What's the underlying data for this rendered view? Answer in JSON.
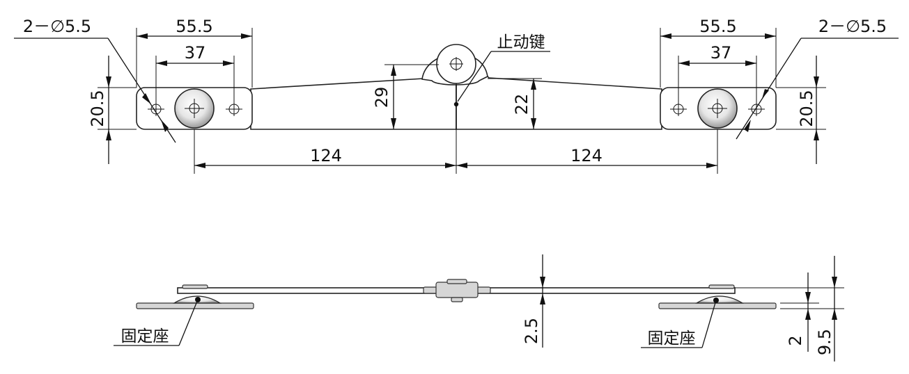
{
  "labels": {
    "hole_spec_left": "2－∅5.5",
    "hole_spec_right": "2－∅5.5",
    "stop_key": "止动键",
    "fixed_seat_left": "固定座",
    "fixed_seat_right": "固定座"
  },
  "dimensions": {
    "top_width_left": "55.5",
    "hole_pitch_left": "37",
    "top_width_right": "55.5",
    "hole_pitch_right": "37",
    "height_left": "20.5",
    "height_right": "20.5",
    "hinge_height_29": "29",
    "hinge_height_22": "22",
    "span_left": "124",
    "span_right": "124",
    "side_gap": "2.5",
    "side_base": "2",
    "side_total": "9.5"
  }
}
